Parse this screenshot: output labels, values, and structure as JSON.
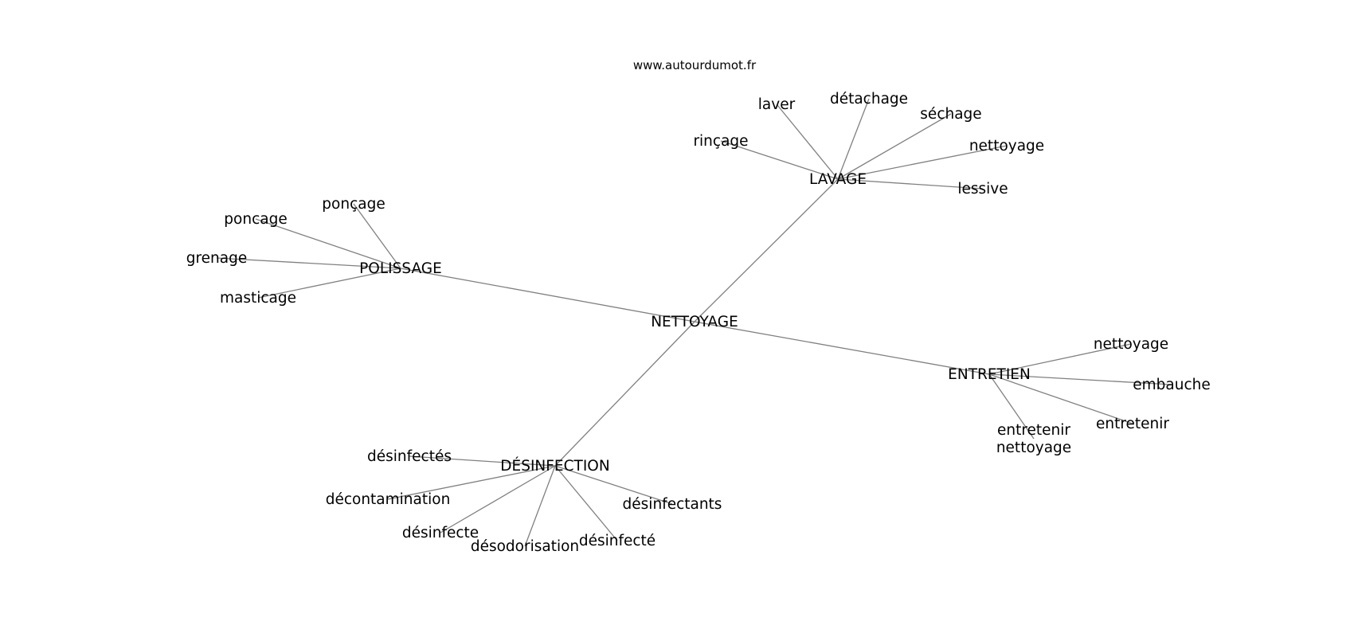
{
  "source": "www.autourdumot.fr",
  "center": {
    "id": "center",
    "label": "NETTOYAGE"
  },
  "hubs": [
    {
      "id": "lavage",
      "label": "LAVAGE",
      "leaves": [
        {
          "id": "lav-1",
          "label": "laver"
        },
        {
          "id": "lav-2",
          "label": "détachage"
        },
        {
          "id": "lav-3",
          "label": "séchage"
        },
        {
          "id": "lav-4",
          "label": "nettoyage"
        },
        {
          "id": "lav-5",
          "label": "lessive"
        },
        {
          "id": "lav-6",
          "label": "rinçage"
        }
      ]
    },
    {
      "id": "polissage",
      "label": "POLISSAGE",
      "leaves": [
        {
          "id": "pol-1",
          "label": "ponçage"
        },
        {
          "id": "pol-2",
          "label": "poncage"
        },
        {
          "id": "pol-3",
          "label": "grenage"
        },
        {
          "id": "pol-4",
          "label": "masticage"
        }
      ]
    },
    {
      "id": "entretien",
      "label": "ENTRETIEN",
      "leaves": [
        {
          "id": "ent-1",
          "label": "nettoyage"
        },
        {
          "id": "ent-2",
          "label": "embauche"
        },
        {
          "id": "ent-3",
          "label": "entretenir"
        },
        {
          "id": "ent-4",
          "label": "entretenir\nnettoyage"
        }
      ]
    },
    {
      "id": "desinfection",
      "label": "DÉSINFECTION",
      "leaves": [
        {
          "id": "des-1",
          "label": "désinfectés"
        },
        {
          "id": "des-2",
          "label": "décontamination"
        },
        {
          "id": "des-3",
          "label": "désinfecte"
        },
        {
          "id": "des-4",
          "label": "désodorisation"
        },
        {
          "id": "des-5",
          "label": "désinfecté"
        },
        {
          "id": "des-6",
          "label": "désinfectants"
        }
      ]
    }
  ]
}
